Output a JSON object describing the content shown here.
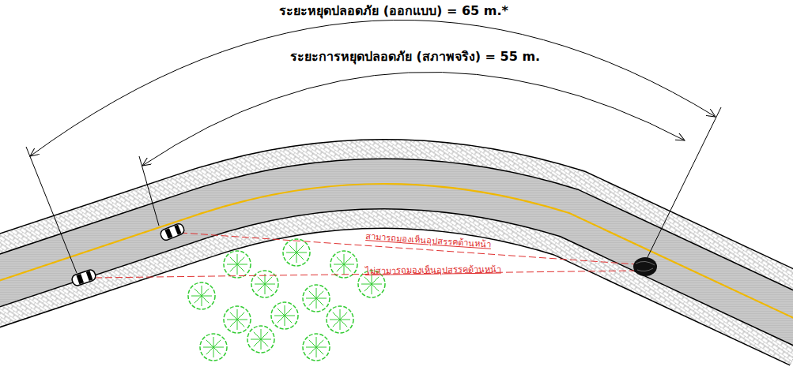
{
  "diagram": {
    "labels": [
      "ระยะหยุดปลอดภัย (ออกแบบ) = 65 m.*",
      "ระยะการหยุดปลอดภัย (สภาพจริง) = 55 m.",
      "สามารถมองเห็นอุปสรรคด้านหน้า",
      "ไม่สามารถมองเห็นอุปสรรคด้านหน้า"
    ]
  }
}
